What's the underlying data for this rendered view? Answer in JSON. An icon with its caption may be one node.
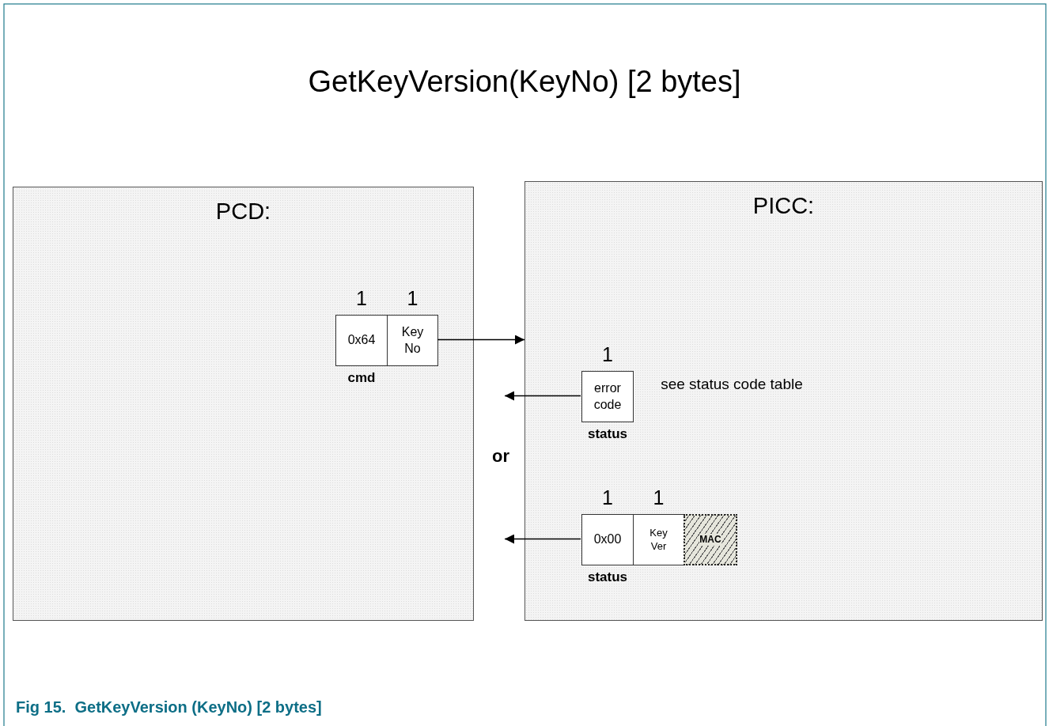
{
  "diagram": {
    "title": "GetKeyVersion(KeyNo) [2 bytes]",
    "caption": "Fig 15.  GetKeyVersion (KeyNo) [2 bytes]",
    "nodes": [
      {
        "text": [
          "PCD:"
        ]
      },
      {
        "text": [
          "PICC:"
        ]
      },
      {
        "text": [
          "0x64"
        ],
        "in": 0,
        "beside": [
          "1",
          "cmd"
        ]
      },
      {
        "text": [
          "Key No"
        ],
        "in": 0,
        "beside": [
          "1"
        ]
      },
      {
        "text": [
          "error code"
        ],
        "in": 1,
        "beside": [
          "1",
          "status"
        ]
      },
      {
        "text": [
          "0x00"
        ],
        "in": 1,
        "beside": [
          "1",
          "status"
        ]
      },
      {
        "text": [
          "Key Ver"
        ],
        "in": 1,
        "beside": [
          "1"
        ]
      },
      {
        "text": [
          "MAC"
        ],
        "in": 1
      }
    ],
    "edges": [
      {
        "from": 3,
        "to": 1,
        "arrow": "to"
      },
      {
        "from": 4,
        "to": null,
        "arrow": "to"
      },
      {
        "from": 5,
        "to": null,
        "arrow": "to"
      }
    ],
    "labels": [
      "see status code table",
      "or"
    ]
  }
}
